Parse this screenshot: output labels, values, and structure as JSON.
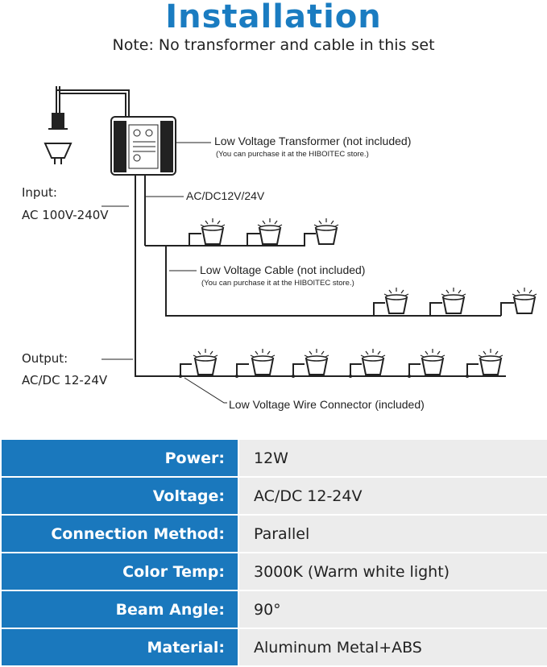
{
  "header": {
    "title": "Installation",
    "note": "Note: No transformer and cable in this set"
  },
  "diagram": {
    "transformer_label": "Low Voltage Transformer (not included)",
    "transformer_sub": "(You can purchase it at the HIBOITEC store.)",
    "branch_label": "AC/DC12V/24V",
    "cable_label": "Low Voltage Cable (not included)",
    "cable_sub": "(You can purchase it at the HIBOITEC store.)",
    "connector_label": "Low Voltage Wire Connector (included)",
    "input_label": "Input:",
    "input_value": "AC 100V-240V",
    "output_label": "Output:",
    "output_value": "AC/DC 12-24V"
  },
  "specs": [
    {
      "key": "Power:",
      "value": "12W"
    },
    {
      "key": "Voltage:",
      "value": "AC/DC 12-24V"
    },
    {
      "key": "Connection Method:",
      "value": "Parallel"
    },
    {
      "key": "Color Temp:",
      "value": "3000K (Warm white light)"
    },
    {
      "key": "Beam Angle:",
      "value": "90°"
    },
    {
      "key": "Material:",
      "value": "Aluminum Metal+ABS"
    }
  ],
  "colors": {
    "accent": "#1a7cc1",
    "table_key_bg": "#1a78bd",
    "table_value_bg": "#ececec"
  }
}
